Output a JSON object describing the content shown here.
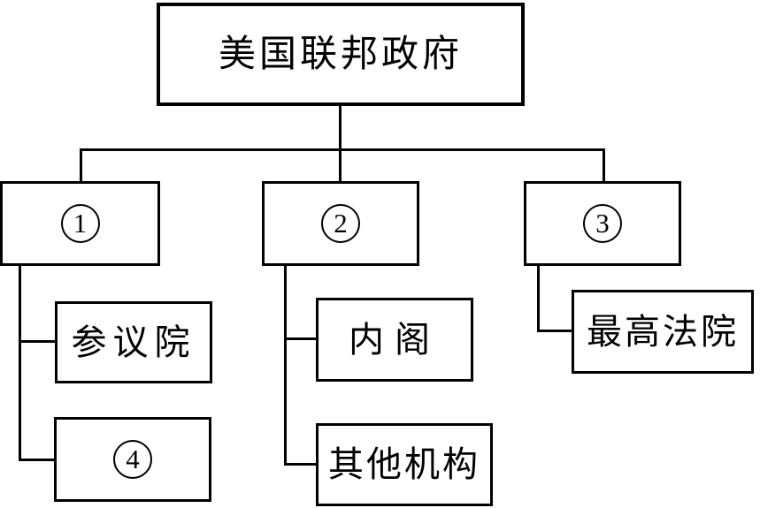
{
  "diagram": {
    "type": "org-chart",
    "colors": {
      "background": "#ffffff",
      "line": "#000000",
      "text": "#000000"
    },
    "nodes": {
      "root": {
        "label": "美国联邦政府"
      },
      "branch1": {
        "label": "①",
        "digit": "1"
      },
      "branch2": {
        "label": "②",
        "digit": "2"
      },
      "branch3": {
        "label": "③",
        "digit": "3"
      },
      "senate": {
        "label": "参议院"
      },
      "item4": {
        "label": "④",
        "digit": "4"
      },
      "cabinet": {
        "label": "内阁"
      },
      "other_agencies": {
        "label": "其他机构"
      },
      "supreme_court": {
        "label": "最高法院"
      }
    },
    "edges": [
      {
        "from": "root",
        "to": "branch1"
      },
      {
        "from": "root",
        "to": "branch2"
      },
      {
        "from": "root",
        "to": "branch3"
      },
      {
        "from": "branch1",
        "to": "senate"
      },
      {
        "from": "branch1",
        "to": "item4"
      },
      {
        "from": "branch2",
        "to": "cabinet"
      },
      {
        "from": "branch2",
        "to": "other_agencies"
      },
      {
        "from": "branch3",
        "to": "supreme_court"
      }
    ]
  }
}
